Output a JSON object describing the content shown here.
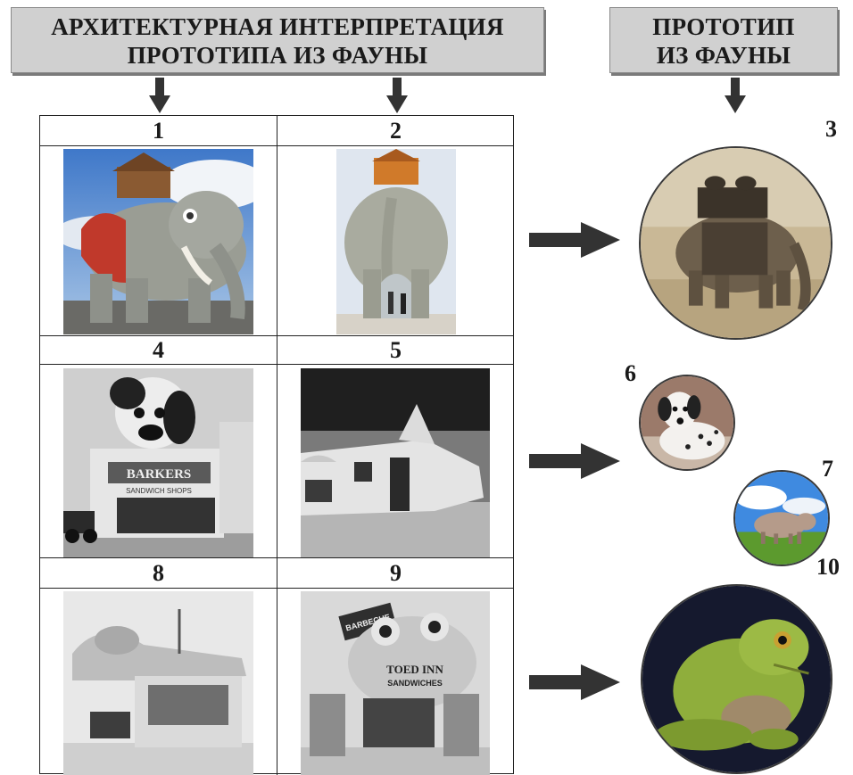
{
  "header_left": {
    "line1": "АРХИТЕКТУРНАЯ ИНТЕРПРЕТАЦИЯ",
    "line2": "ПРОТОТИПА ИЗ ФАУНЫ"
  },
  "header_right": {
    "line1": "ПРОТОТИП",
    "line2": "ИЗ ФАУНЫ"
  },
  "cells": {
    "c1": "1",
    "c2": "2",
    "c4": "4",
    "c5": "5",
    "c8": "8",
    "c9": "9"
  },
  "labels": {
    "l3": "3",
    "l6": "6",
    "l7": "7",
    "l10": "10"
  },
  "signs": {
    "barkers": "BARKERS",
    "sandwich_shops": "SANDWICH SHOPS",
    "barbecue": "BARBECUE",
    "toed_inn": "TOED INN",
    "sandwiches": "SANDWICHES"
  },
  "colors": {
    "header_bg": "#d0d0d0",
    "arrow": "#333333",
    "border": "#222222"
  }
}
